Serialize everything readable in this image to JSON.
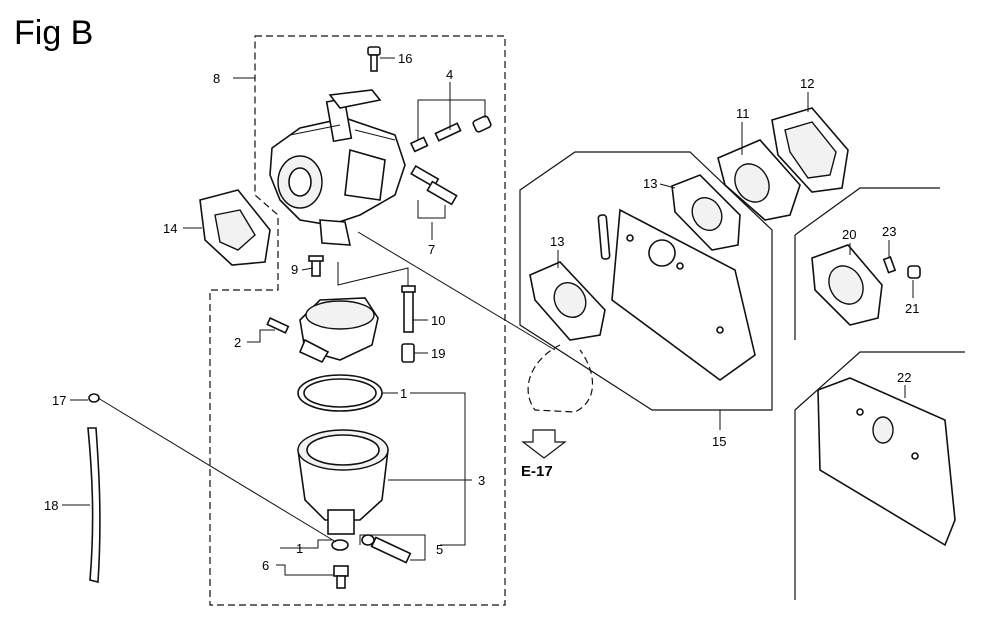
{
  "figure": {
    "title": "Fig B"
  },
  "callouts": {
    "p1a": "1",
    "p1b": "1",
    "p2": "2",
    "p3": "3",
    "p4": "4",
    "p5": "5",
    "p6": "6",
    "p7": "7",
    "p8": "8",
    "p9": "9",
    "p10": "10",
    "p11": "11",
    "p12": "12",
    "p13a": "13",
    "p13b": "13",
    "p14": "14",
    "p15": "15",
    "p16": "16",
    "p17": "17",
    "p18": "18",
    "p19": "19",
    "p20": "20",
    "p21": "21",
    "p22": "22",
    "p23": "23"
  },
  "reference": {
    "label": "E-17"
  }
}
